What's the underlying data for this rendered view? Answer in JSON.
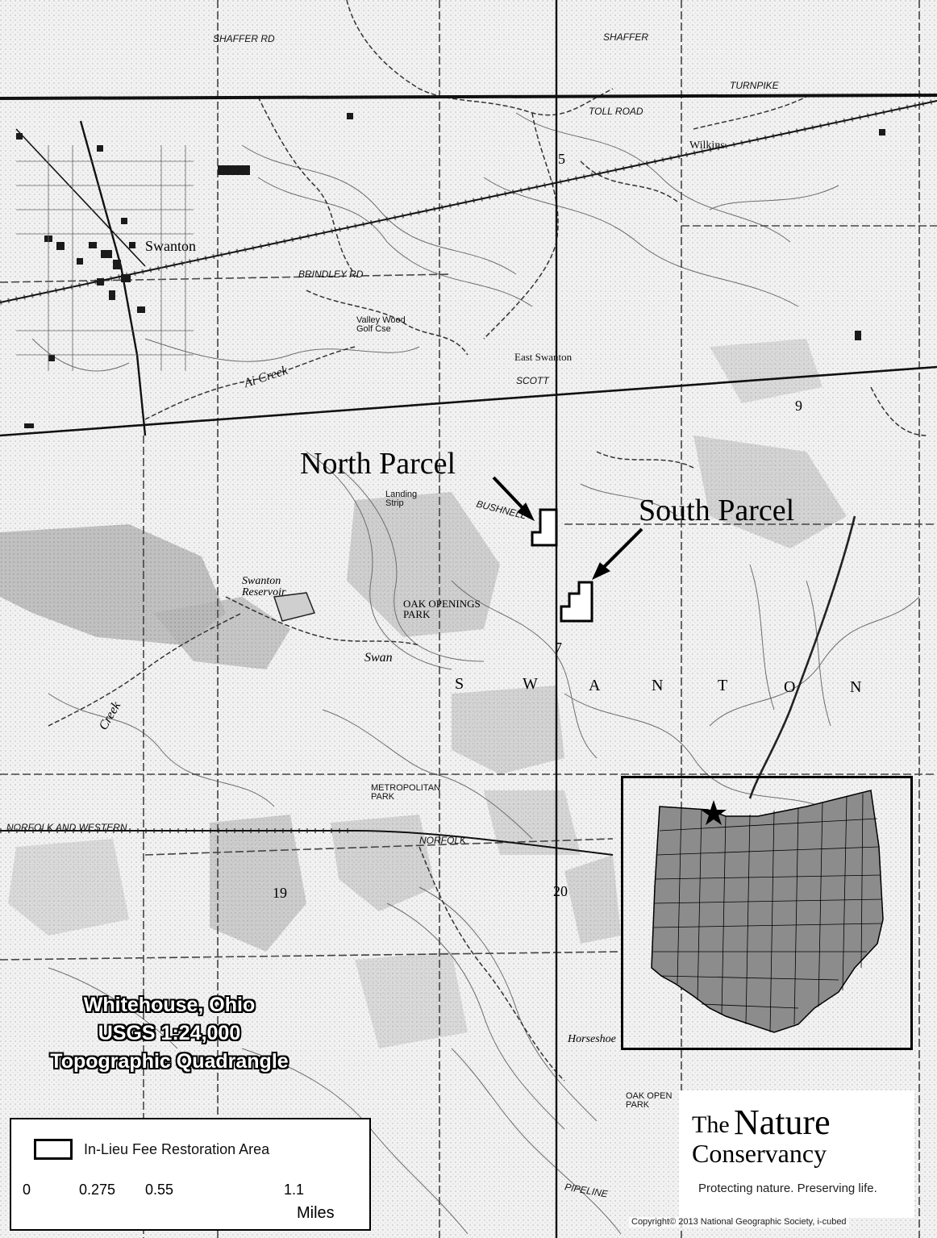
{
  "labels": {
    "shaffer_rd_w": "SHAFFER RD",
    "shaffer_e": "SHAFFER",
    "turnpike": "TURNPIKE",
    "toll_road": "TOLL ROAD",
    "wilkins": "Wilkins",
    "swanton_town": "Swanton",
    "brindley_rd": "BRINDLEY RD",
    "valley_wood": "Valley Wood Golf Cse",
    "east_swanton": "East Swanton",
    "scott": "SCOTT",
    "ai_creek": "Ai Creek",
    "landing_strip": "Landing Strip",
    "bushnell": "BUSHNELL",
    "swanton_reservoir": "Swanton Reservoir",
    "oak_openings_park": "OAK OPENINGS PARK",
    "swan": "Swan",
    "creek": "Creek",
    "norfolk_and_western": "NORFOLK AND WESTERN",
    "norfolk": "NORFOLK",
    "metropolitan_park": "METROPOLITAN PARK",
    "horseshoe": "Horseshoe",
    "oak_openings_park_s": "OAK OPEN PARK",
    "pipeline": "PIPELINE",
    "sec_5": "5",
    "sec_7": "7",
    "sec_9": "9",
    "sec_19": "19",
    "sec_20": "20"
  },
  "parcels": {
    "north": "North Parcel",
    "south": "South Parcel"
  },
  "township_letters": [
    "S",
    "W",
    "A",
    "N",
    "T",
    "O",
    "N"
  ],
  "quad_title": [
    "Whitehouse, Ohio",
    "USGS 1:24,000",
    "Topographic Quadrangle"
  ],
  "legend": {
    "item": "In-Lieu Fee Restoration Area",
    "scale_ticks": [
      "0",
      "0.275",
      "0.55",
      "1.1"
    ],
    "scale_values": [
      0,
      0.275,
      0.55,
      1.1
    ],
    "scale_unit": "Miles"
  },
  "logo": {
    "the": "The",
    "nature": "Nature",
    "conservancy": "Conservancy",
    "tagline": "Protecting nature. Preserving life."
  },
  "copyright": "Copyright© 2013 National Geographic Society, i-cubed",
  "colors": {
    "paper": "#f4f4f4",
    "ink": "#1a1a1a",
    "woods": "#a9a9a9",
    "county_fill": "#8c8c8c"
  }
}
